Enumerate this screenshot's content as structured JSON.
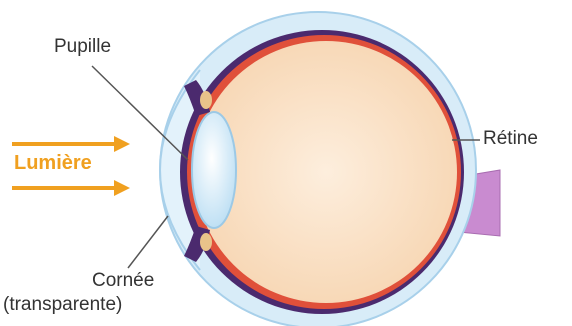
{
  "labels": {
    "pupille": "Pupille",
    "retine": "Rétine",
    "lumiere": "Lumière",
    "cornee": "Cornée",
    "cornee_sub": "(transparente)"
  },
  "colors": {
    "sclera_outer": "#cfe8f7",
    "vitreous": "#fbe2c6",
    "retina": "#e0503a",
    "choroid": "#4b2a6e",
    "optic_nerve": "#c98bd0",
    "lens": "#dff0fb",
    "light": "#f0a020",
    "leader": "#555555"
  }
}
